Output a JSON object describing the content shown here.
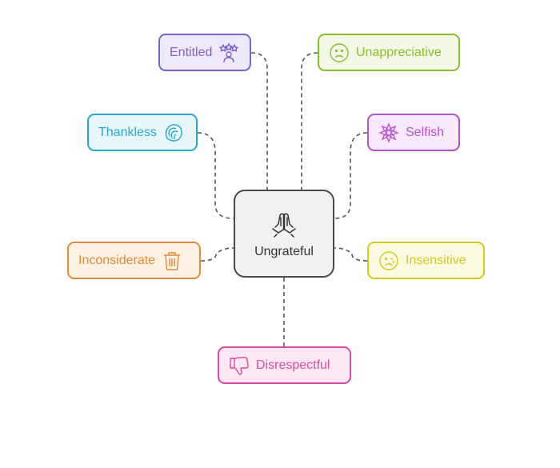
{
  "center": {
    "label": "Ungrateful",
    "icon": "praying-hands-icon"
  },
  "nodes": [
    {
      "id": "entitled",
      "label": "Entitled",
      "icon": "crowned-person-icon",
      "color": "#7b61c9",
      "bg": "#efeafb"
    },
    {
      "id": "unappreciative",
      "label": "Unappreciative",
      "icon": "frown-face-icon",
      "color": "#8bbd2e",
      "bg": "#f3f9e6"
    },
    {
      "id": "thankless",
      "label": "Thankless",
      "icon": "empty-hand-icon",
      "color": "#27a9cf",
      "bg": "#e6f6fb"
    },
    {
      "id": "selfish",
      "label": "Selfish",
      "icon": "mandala-icon",
      "color": "#b152c9",
      "bg": "#f7e9fb"
    },
    {
      "id": "inconsiderate",
      "label": "Inconsiderate",
      "icon": "trash-can-icon",
      "color": "#e08a3b",
      "bg": "#fdf1e4"
    },
    {
      "id": "insensitive",
      "label": "Insensitive",
      "icon": "sad-face-icon",
      "color": "#d4c821",
      "bg": "#fbf9df"
    },
    {
      "id": "disrespectful",
      "label": "Disrespectful",
      "icon": "thumbs-down-icon",
      "color": "#d94ba0",
      "bg": "#fbe8f3"
    }
  ]
}
